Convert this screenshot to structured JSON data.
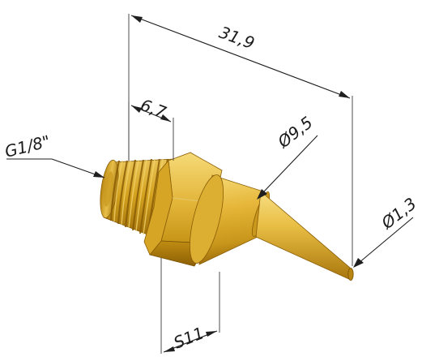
{
  "figure": {
    "dimensions": {
      "overall_length": "31,9",
      "hex_length": "6,7",
      "thread": "G1/8\"",
      "body_diameter": "Ø9,5",
      "tip_diameter": "Ø1,3",
      "wrench_size": "S11"
    },
    "colors": {
      "brass_light": "#f0cf63",
      "brass_mid": "#d9a926",
      "brass_dark": "#9a6a07",
      "line": "#1f1f1f"
    }
  }
}
